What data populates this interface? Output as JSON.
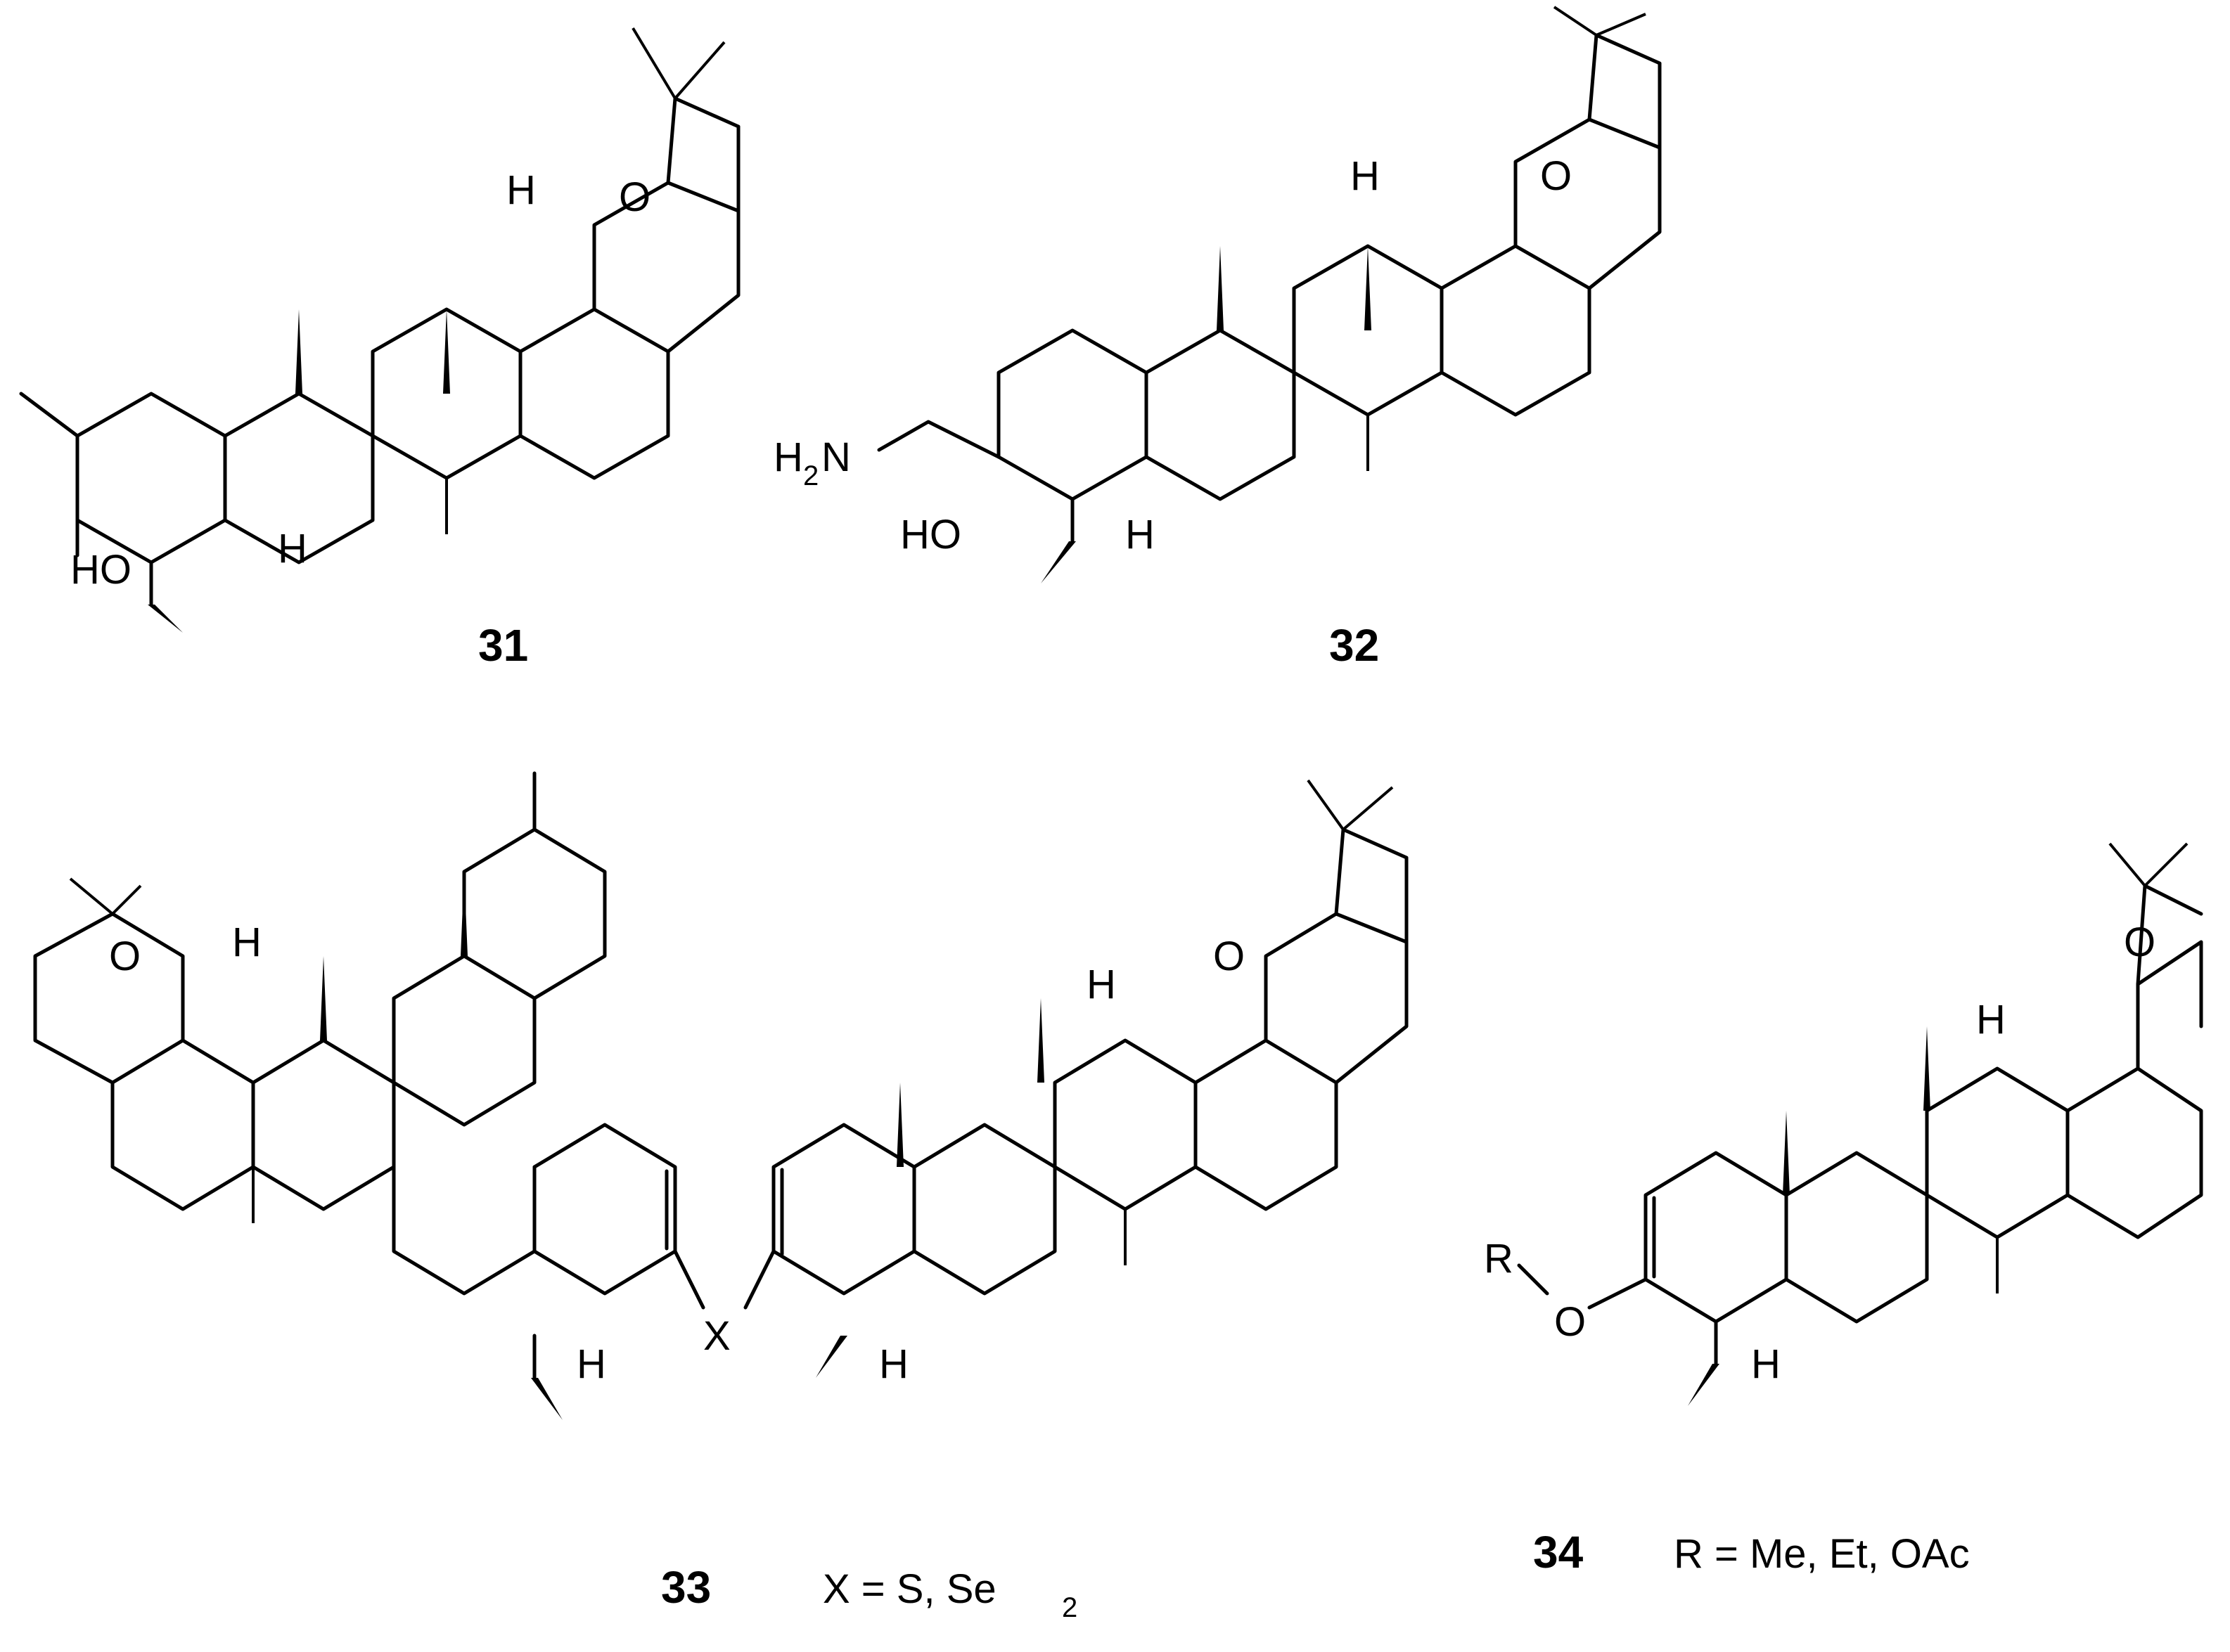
{
  "compounds": [
    {
      "number": "31",
      "labels": {
        "oh": "HO",
        "h_ring": "H",
        "h_top": "H",
        "o_bridge": "O"
      }
    },
    {
      "number": "32",
      "labels": {
        "amine": "H",
        "amine_sub": "2",
        "amine_n": "N",
        "oh": "HO",
        "h_ring": "H",
        "h_top": "H",
        "o_bridge": "O"
      }
    },
    {
      "number": "33",
      "caption": "X = S, Se",
      "caption_sub": "2",
      "labels": {
        "x": "X",
        "h_left": "H",
        "h_right": "H",
        "h_top_left": "H",
        "h_top_right": "H",
        "o_left": "O",
        "o_right": "O"
      }
    },
    {
      "number": "34",
      "caption": "R = Me, Et, OAc",
      "labels": {
        "r": "R",
        "o_ether": "O",
        "h_ring": "H",
        "h_top": "H",
        "o_bridge": "O"
      }
    }
  ]
}
